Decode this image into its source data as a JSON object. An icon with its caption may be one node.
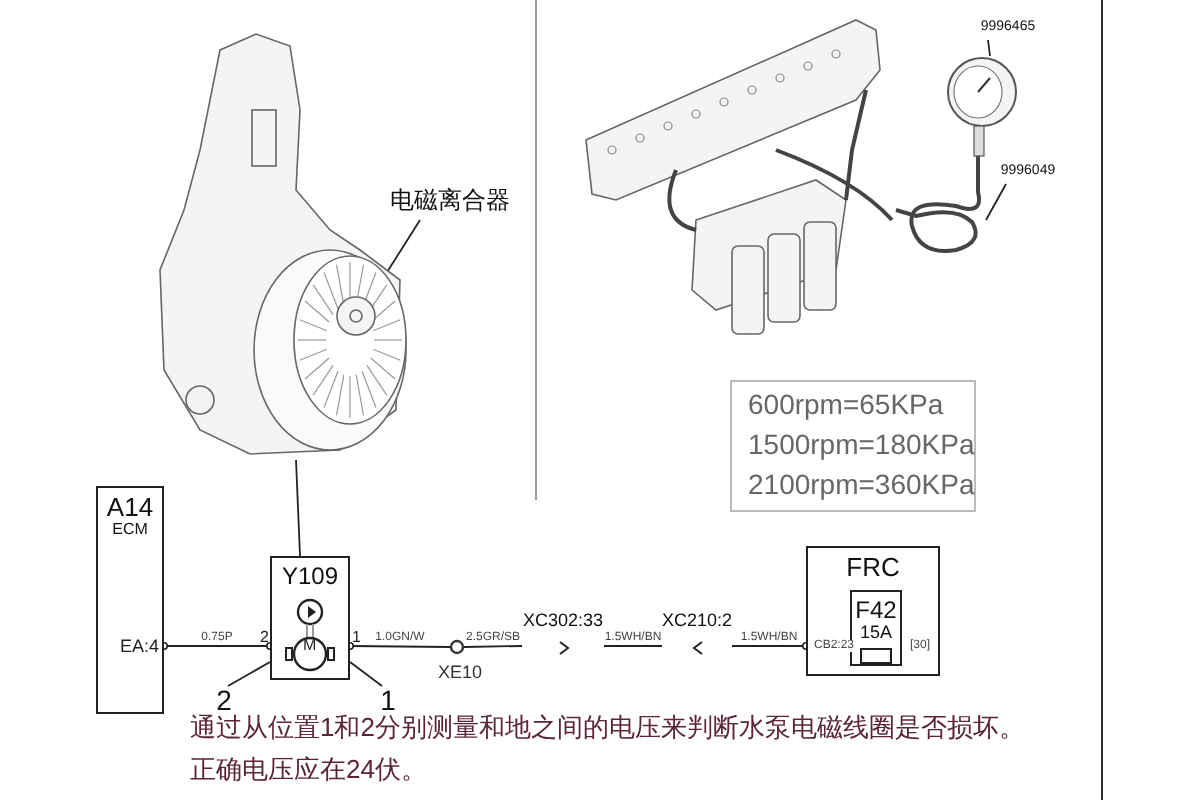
{
  "diagram": {
    "nodes": [
      {
        "text": [],
        "shape": "picture"
      },
      {
        "text": [],
        "shape": "picture",
        "in": 0
      },
      {
        "text": [
          "电磁离合器"
        ]
      },
      {
        "text": [
          "A14",
          "ECM"
        ]
      },
      {
        "text": [
          "Y109"
        ]
      },
      {
        "text": [],
        "shape": "circle",
        "beside": [
          "XE10"
        ]
      },
      {
        "text": [
          "FRC"
        ]
      },
      {
        "text": [
          "F42",
          "15A"
        ],
        "in": 6
      },
      {
        "text": [],
        "shape": "picture"
      },
      {
        "text": [],
        "shape": "picture"
      },
      {
        "text": [],
        "shape": "picture"
      },
      {
        "text": [
          "9996465"
        ]
      },
      {
        "text": [
          "9996049"
        ]
      },
      {
        "text": [
          "600rpm=65KPa",
          "1500rpm=180KPa",
          "2100rpm=360KPa"
        ]
      },
      {
        "text": [
          "2"
        ]
      },
      {
        "text": [
          "1"
        ]
      },
      {
        "text": [
          "XC302:33"
        ]
      },
      {
        "text": [
          "XC210:2"
        ]
      }
    ],
    "edges": [
      {
        "from": 4,
        "to": 0,
        "arrow": "none"
      },
      {
        "from": 2,
        "to": 1,
        "arrow": "none"
      },
      {
        "from": 3,
        "to": 4,
        "arrow": "other",
        "label": "0.75P"
      },
      {
        "from": 4,
        "to": 5,
        "arrow": "other",
        "label": "1.0GN/W"
      },
      {
        "from": 5,
        "to": 16,
        "arrow": "none",
        "label": "2.5GR/SB"
      },
      {
        "from": 16,
        "to": 17,
        "arrow": "none",
        "label": "1.5WH/BN"
      },
      {
        "from": 17,
        "to": 6,
        "arrow": "other",
        "label": "1.5WH/BN"
      },
      {
        "from": 11,
        "to": 9,
        "arrow": "none"
      },
      {
        "from": 12,
        "to": 10,
        "arrow": "none"
      },
      {
        "from": 14,
        "to": 4,
        "arrow": "none"
      },
      {
        "from": 15,
        "to": 4,
        "arrow": "none"
      }
    ],
    "labels": [
      "EA:4",
      "2",
      "1",
      "M",
      "CB2:23",
      "[30]",
      "通过从位置1和2分别测量和地之间的电压来判断水泵电磁线圈是否损坏。",
      "正确电压应在24伏。"
    ]
  }
}
